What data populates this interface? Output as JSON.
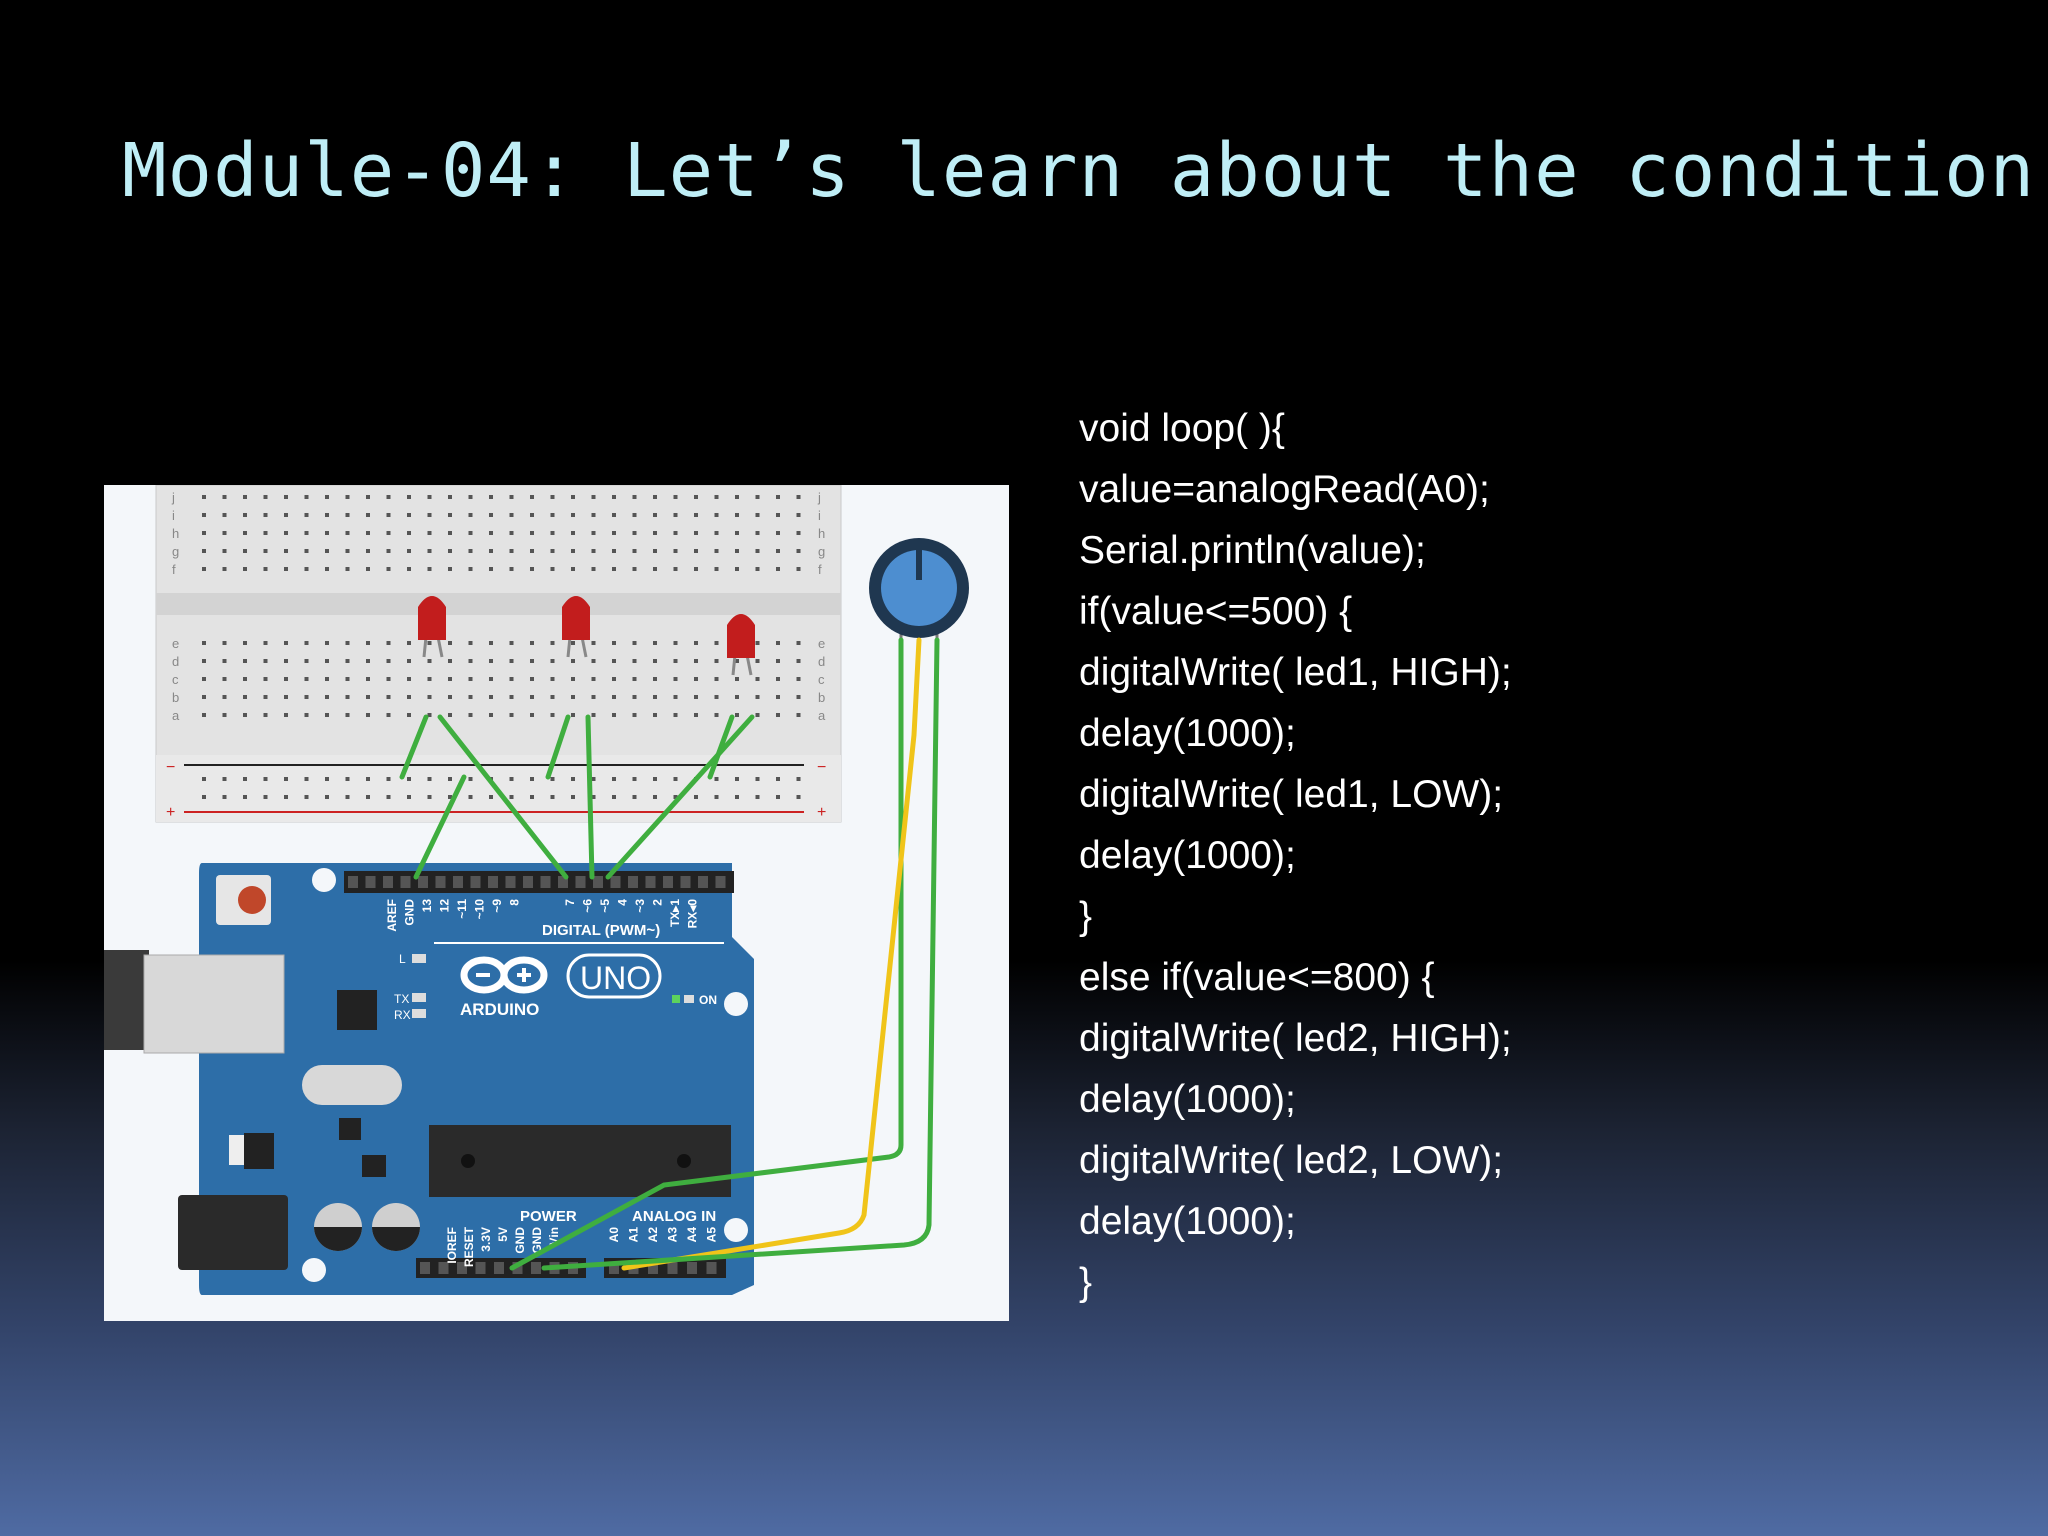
{
  "slide": {
    "title": "Module-04: Let’s learn about the condition",
    "code_lines": [
      "void loop( ){",
      "value=analogRead(A0);",
      "Serial.println(value);",
      "if(value<=500) {",
      "digitalWrite( led1, HIGH);",
      "delay(1000);",
      "digitalWrite( led1, LOW);",
      "delay(1000);",
      "}",
      "else if(value<=800) {",
      "digitalWrite( led2, HIGH);",
      "delay(1000);",
      "digitalWrite( led2, LOW);",
      "delay(1000);",
      "}"
    ]
  },
  "board": {
    "brand": "ARDUINO",
    "model": "UNO",
    "digital_header": "DIGITAL (PWM~)",
    "power_header": "POWER",
    "analog_header": "ANALOG IN",
    "on_label": "ON",
    "l_label": "L",
    "tx_label": "TX",
    "rx_label": "RX",
    "digital_pins": [
      "AREF",
      "GND",
      "13",
      "12",
      "~11",
      "~10",
      "~9",
      "8",
      "7",
      "~6",
      "~5",
      "4",
      "~3",
      "2",
      "TX▸1",
      "RX◂0"
    ],
    "power_pins": [
      "IOREF",
      "RESET",
      "3.3V",
      "5V",
      "GND",
      "GND",
      "Vin"
    ],
    "analog_pins": [
      "A0",
      "A1",
      "A2",
      "A3",
      "A4",
      "A5"
    ]
  },
  "breadboard": {
    "rows_top": [
      "j",
      "i",
      "h",
      "g",
      "f"
    ],
    "rows_bottom": [
      "e",
      "d",
      "c",
      "b",
      "a"
    ],
    "minus_label": "−",
    "plus_label": "+"
  },
  "colors": {
    "title": "#bfeef6",
    "board": "#2d6ea8",
    "wire_green": "#3fae3f",
    "wire_yellow": "#f0c419",
    "led": "#c21d1d",
    "pot": "#4d8ed0"
  }
}
